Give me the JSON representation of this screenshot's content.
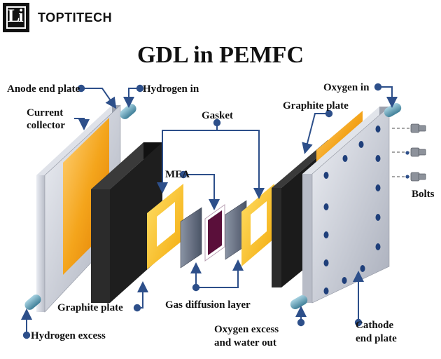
{
  "brand": {
    "logo_text": "Li",
    "name": "TOPTITECH"
  },
  "title": "GDL in PEMFC",
  "labels": {
    "anode_end_plate": "Anode end plate",
    "hydrogen_in": "Hydrogen in",
    "current_collector_line1": "Current",
    "current_collector_line2": "collector",
    "gasket": "Gasket",
    "graphite_plate_right": "Graphite plate",
    "oxygen_in": "Oxygen in",
    "mea": "MEA",
    "bolts": "Bolts",
    "graphite_plate_left": "Graphite plate",
    "gas_diffusion_layer": "Gas diffusion layer",
    "hydrogen_excess": "Hydrogen excess",
    "oxygen_excess_line1": "Oxygen excess",
    "oxygen_excess_line2": "and water out",
    "cathode_end_plate_line1": "Cathode",
    "cathode_end_plate_line2": "end plate"
  },
  "colors": {
    "leader_line": "#2d4f8a",
    "collector_orange": "#f4a51c",
    "gasket_yellow": "#f7c613",
    "graphite_black": "#1e1e1e",
    "mea_purple": "#5a0f3a",
    "end_plate_grey": "#c4c8d2",
    "bolt_hole_blue": "#1f3f7a",
    "pipe_blue": "#6a9fb5"
  }
}
